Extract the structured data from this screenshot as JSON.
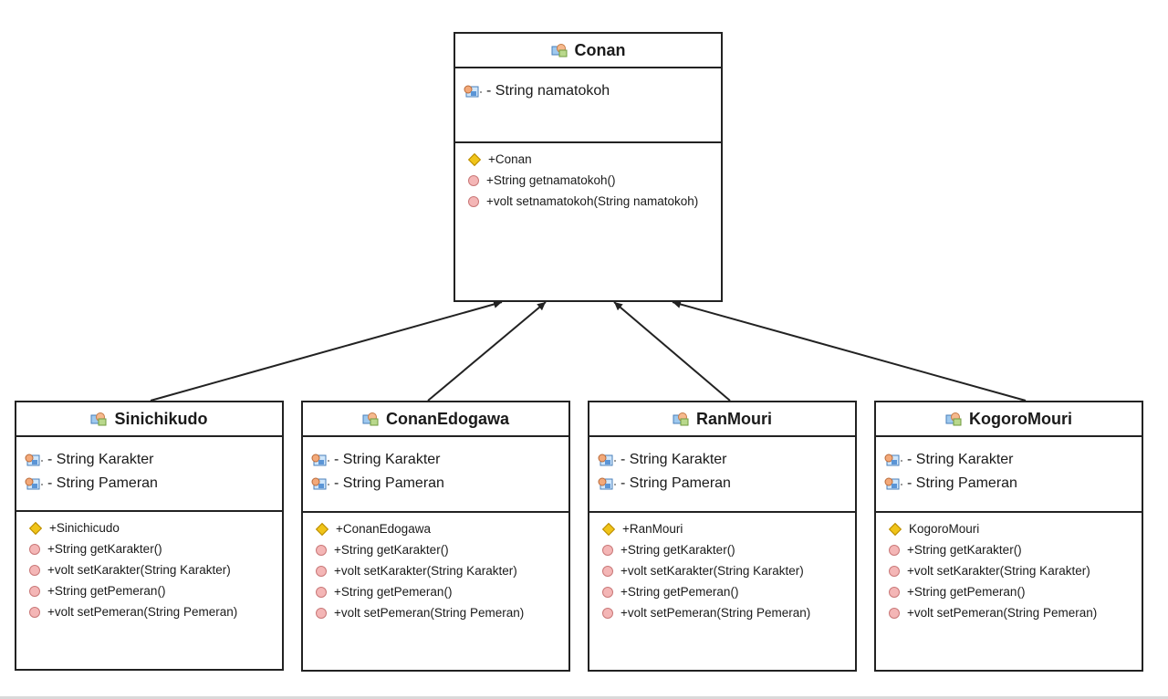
{
  "classes": [
    {
      "name": "Conan",
      "attributes": [
        "- String namatokoh"
      ],
      "operations": [
        {
          "kind": "constructor",
          "text": "+Conan"
        },
        {
          "kind": "method",
          "text": "+String getnamatokoh()"
        },
        {
          "kind": "method",
          "text": "+volt setnamatokoh(String namatokoh)"
        }
      ]
    },
    {
      "name": "Sinichikudo",
      "attributes": [
        "- String Karakter",
        "- String Pameran"
      ],
      "operations": [
        {
          "kind": "constructor",
          "text": "+Sinichicudo"
        },
        {
          "kind": "method",
          "text": "+String getKarakter()"
        },
        {
          "kind": "method",
          "text": "+volt setKarakter(String Karakter)"
        },
        {
          "kind": "method",
          "text": "+String getPemeran()"
        },
        {
          "kind": "method",
          "text": "+volt setPemeran(String Pemeran)"
        }
      ]
    },
    {
      "name": "ConanEdogawa",
      "attributes": [
        "- String Karakter",
        "- String Pameran"
      ],
      "operations": [
        {
          "kind": "constructor",
          "text": "+ConanEdogawa"
        },
        {
          "kind": "method",
          "text": "+String getKarakter()"
        },
        {
          "kind": "method",
          "text": "+volt setKarakter(String Karakter)"
        },
        {
          "kind": "method",
          "text": "+String getPemeran()"
        },
        {
          "kind": "method",
          "text": "+volt setPemeran(String Pemeran)"
        }
      ]
    },
    {
      "name": "RanMouri",
      "attributes": [
        "- String Karakter",
        "- String Pameran"
      ],
      "operations": [
        {
          "kind": "constructor",
          "text": "+RanMouri"
        },
        {
          "kind": "method",
          "text": "+String getKarakter()"
        },
        {
          "kind": "method",
          "text": "+volt setKarakter(String Karakter)"
        },
        {
          "kind": "method",
          "text": "+String getPemeran()"
        },
        {
          "kind": "method",
          "text": "+volt setPemeran(String Pemeran)"
        }
      ]
    },
    {
      "name": "KogoroMouri",
      "attributes": [
        "- String Karakter",
        "- String Pameran"
      ],
      "operations": [
        {
          "kind": "constructor",
          "text": "KogoroMouri"
        },
        {
          "kind": "method",
          "text": "+String getKarakter()"
        },
        {
          "kind": "method",
          "text": "+volt setKarakter(String Karakter)"
        },
        {
          "kind": "method",
          "text": "+String getPemeran()"
        },
        {
          "kind": "method",
          "text": "+volt setPemeran(String Pemeran)"
        }
      ]
    }
  ],
  "relations": [
    {
      "type": "generalization",
      "from": "Sinichikudo",
      "to": "Conan"
    },
    {
      "type": "generalization",
      "from": "ConanEdogawa",
      "to": "Conan"
    },
    {
      "type": "generalization",
      "from": "RanMouri",
      "to": "Conan"
    },
    {
      "type": "generalization",
      "from": "KogoroMouri",
      "to": "Conan"
    }
  ],
  "icons": {
    "class": "class-icon",
    "attribute": "field-icon",
    "constructor": "constructor-icon",
    "method": "method-icon"
  }
}
